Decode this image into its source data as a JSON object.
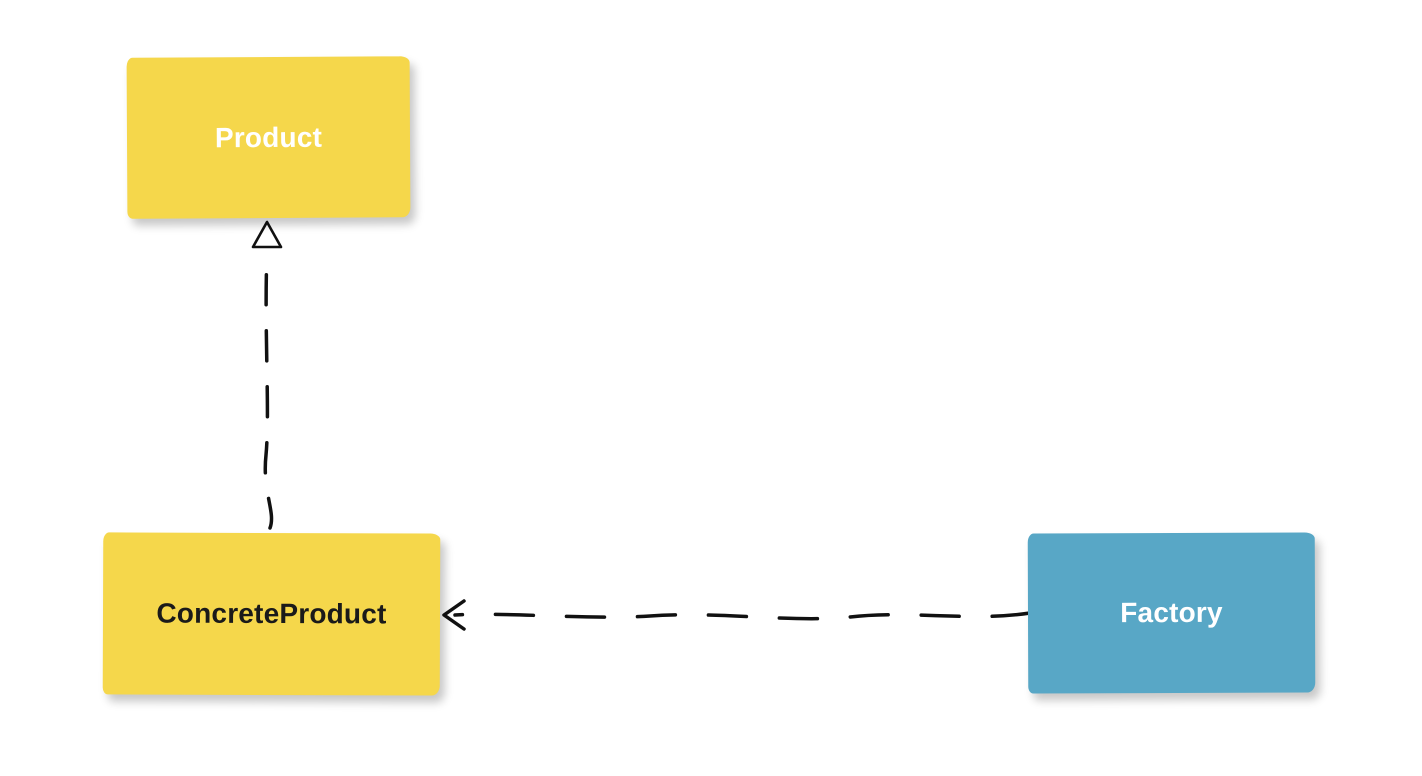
{
  "diagram": {
    "background": "#FFFFFF",
    "nodes": [
      {
        "label": "Product",
        "shape": "rectangle",
        "fill": "#F5D74B",
        "text_color": "#FFFFFF"
      },
      {
        "label": "ConcreteProduct",
        "shape": "rectangle",
        "fill": "#F5D74B",
        "text_color": "#1A1A1A"
      },
      {
        "label": "Factory",
        "shape": "rectangle",
        "fill": "#58A7C6",
        "text_color": "#FFFFFF"
      }
    ],
    "edges": [
      {
        "from": "ConcreteProduct",
        "to": "Product",
        "type": "realization",
        "line_style": "dashed",
        "arrowhead": "hollow-triangle",
        "color": "#111111"
      },
      {
        "from": "Factory",
        "to": "ConcreteProduct",
        "type": "dependency",
        "line_style": "dashed",
        "arrowhead": "open",
        "color": "#111111"
      }
    ]
  }
}
